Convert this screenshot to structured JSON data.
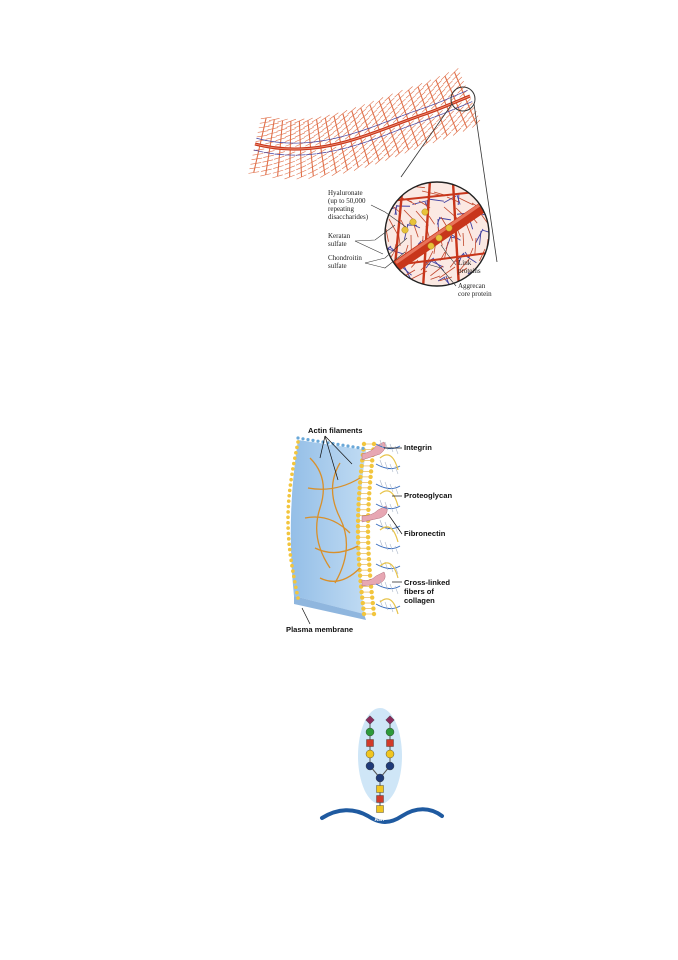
{
  "figures": {
    "aggrecan": {
      "labels": {
        "hyaluronate": [
          "Hyaluronate",
          "(up to 50,000",
          "repeating",
          "disaccharides)"
        ],
        "keratan": [
          "Keratan",
          "sulfate"
        ],
        "chondroitin": [
          "Chondroitin",
          "sulfate"
        ],
        "link": [
          "Link",
          "proteins"
        ],
        "core": [
          "Aggrecan",
          "core protein"
        ]
      }
    },
    "ecm": {
      "labels": {
        "actin": "Actin filaments",
        "integrin": "Integrin",
        "proteoglycan": "Proteoglycan",
        "fibronectin": "Fibronectin",
        "collagen": [
          "Cross-linked",
          "fibers of",
          "collagen"
        ],
        "membrane": "Plasma membrane"
      }
    },
    "glycan": {
      "labels": {
        "asn": "Asn"
      }
    }
  },
  "colors": {
    "hyaluronate": "#c8361b",
    "bristle": "#e0704a",
    "keratan": "#3f3fa0",
    "link_protein": "#e8c23a",
    "membrane_head": "#f2c53d",
    "cytoplasm": "#a9cdee",
    "integrin": "#e7a7b3",
    "actin": "#d9902a",
    "peptide": "#1f5aa0",
    "glycan_halo": "#cfe6f7",
    "mannose": "#2e9a3a",
    "galactose": "#f0c520",
    "glcnac": "#1f3a78",
    "fucose_red": "#d13a2a",
    "sialic": "#8a2a5a"
  }
}
